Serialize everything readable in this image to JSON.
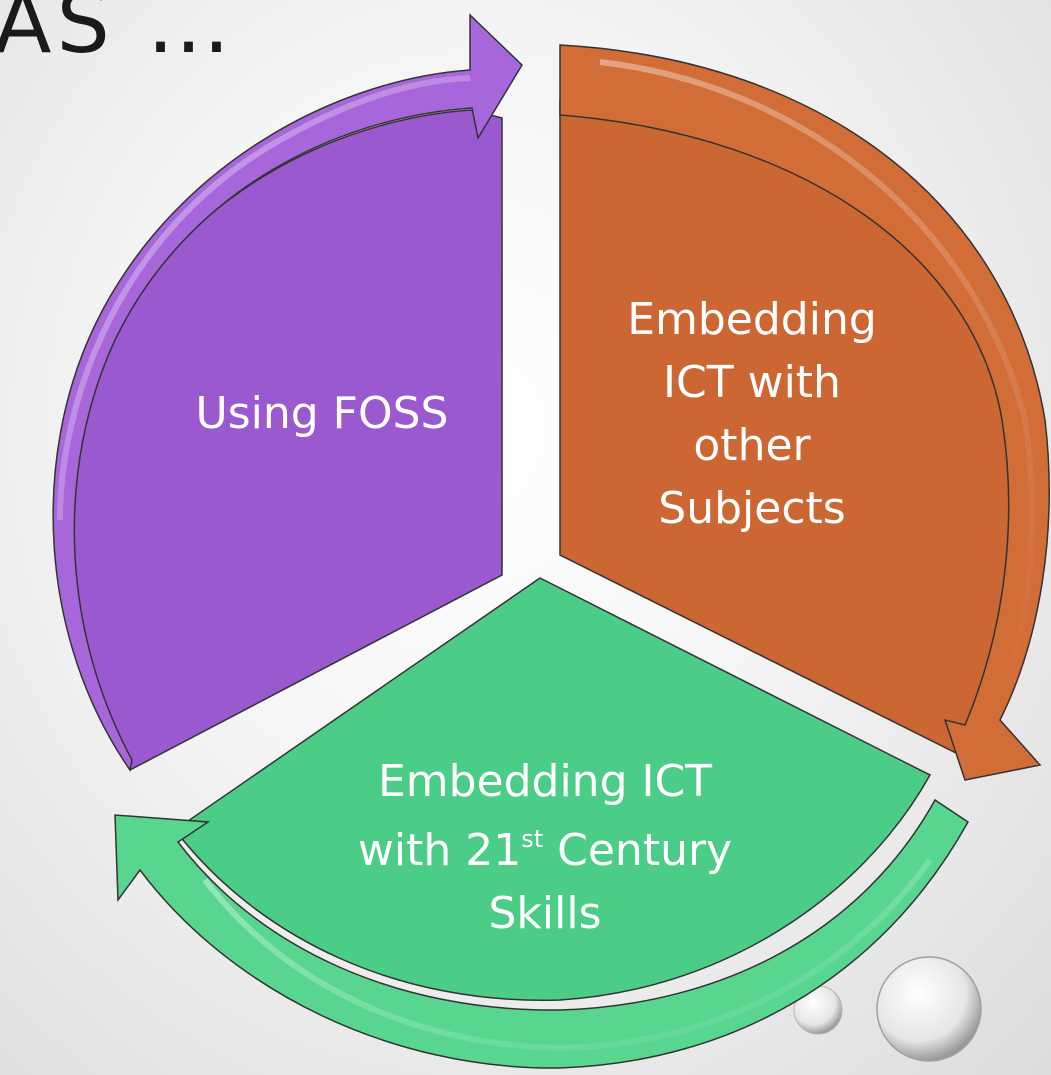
{
  "slide": {
    "title": "AS …"
  },
  "diagram": {
    "type": "cycle",
    "segments": [
      {
        "id": "foss",
        "label_lines": [
          "Using FOSS"
        ],
        "color": "#9b59cf"
      },
      {
        "id": "subjects",
        "label_lines": [
          "Embedding",
          "ICT with",
          "other",
          "Subjects"
        ],
        "color": "#cc6633"
      },
      {
        "id": "skills",
        "label_lines": [
          "Embedding ICT",
          "with 21",
          "st",
          " Century",
          "Skills"
        ],
        "color": "#4ccd87"
      }
    ]
  },
  "colors": {
    "outline": "#333333",
    "arrow_highlight": "#ffffff",
    "text": "#ffffff"
  }
}
